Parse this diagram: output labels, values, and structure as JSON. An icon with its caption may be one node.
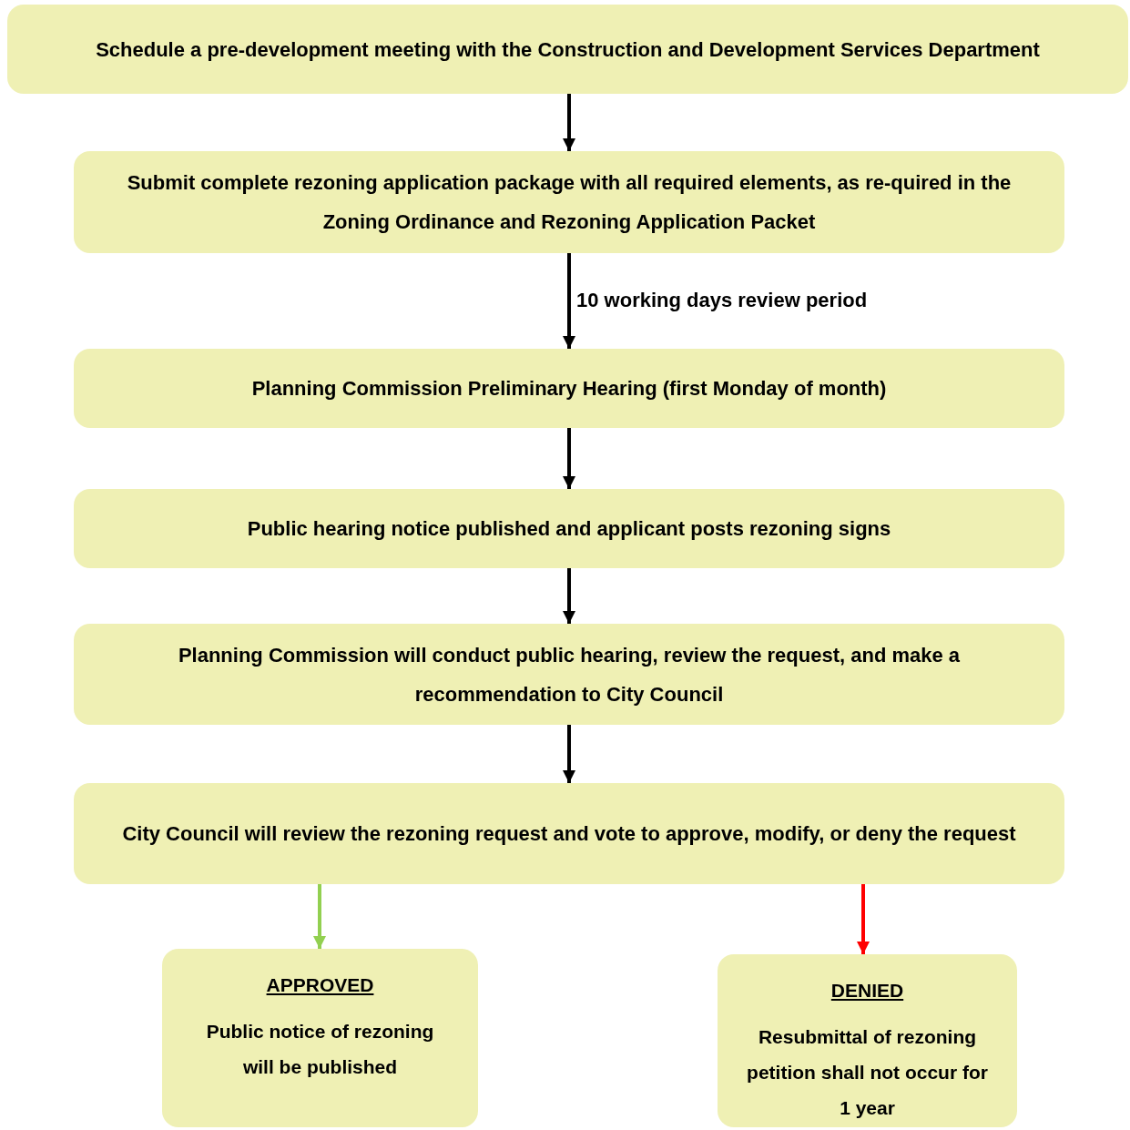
{
  "diagram": {
    "nodes": [
      {
        "text": [
          "Schedule a pre-development meeting with the Construction and Development Services Department"
        ]
      },
      {
        "text": [
          "Submit complete rezoning application package with all required elements, as re-quired in the Zoning Ordinance and Rezoning Application Packet"
        ]
      },
      {
        "text": [
          "Planning Commission Preliminary Hearing (first Monday of month)"
        ]
      },
      {
        "text": [
          "Public hearing notice published and applicant posts rezoning signs"
        ]
      },
      {
        "text": [
          "Planning Commission will conduct public hearing, review the request, and make a recommendation to City Council"
        ]
      },
      {
        "text": [
          "City Council will review the rezoning request and vote to approve, modify, or deny the request"
        ]
      },
      {
        "text": [
          "APPROVED",
          "Public notice of rezoning will be published"
        ]
      },
      {
        "text": [
          "DENIED",
          "Resubmittal of rezoning petition shall not occur for 1 year"
        ]
      }
    ],
    "edges": [
      {
        "from": 0,
        "to": 1,
        "arrow": "to"
      },
      {
        "from": 1,
        "to": 2,
        "arrow": "to",
        "label": "10 working days review period"
      },
      {
        "from": 2,
        "to": 3,
        "arrow": "to"
      },
      {
        "from": 3,
        "to": 4,
        "arrow": "to"
      },
      {
        "from": 4,
        "to": 5,
        "arrow": "to"
      },
      {
        "from": 5,
        "to": 6,
        "arrow": "to",
        "color": "#92d050"
      },
      {
        "from": 5,
        "to": 7,
        "arrow": "to",
        "color": "#ff0000"
      }
    ]
  }
}
